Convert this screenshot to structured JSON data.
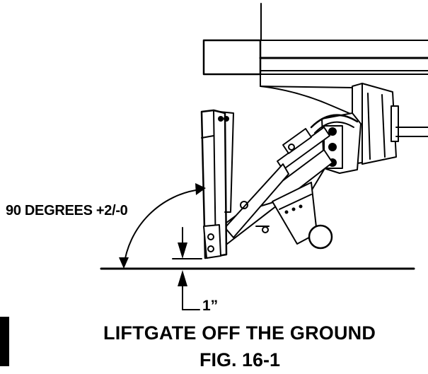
{
  "annotations": {
    "angle": "90 DEGREES +2/-0",
    "gap": "1”"
  },
  "caption": {
    "title": "LIFTGATE OFF THE GROUND",
    "figure": "FIG. 16-1"
  }
}
